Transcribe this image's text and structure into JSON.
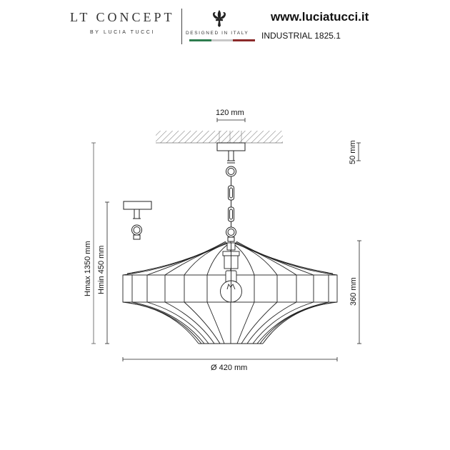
{
  "header": {
    "brand_name": "LT CONCEPT",
    "brand_subtitle": "BY LUCIA TUCCI",
    "tagline": "DESIGNED IN ITALY",
    "flag_colors": [
      "#2e7d4f",
      "#c8c8c8",
      "#8b2a2a"
    ],
    "website": "www.luciatucci.it",
    "model": "INDUSTRIAL 1825.1"
  },
  "dimensions": {
    "canopy_width": "120 mm",
    "canopy_height": "50 mm",
    "h_max": "Hmax 1350 mm",
    "h_min": "Hmin 450 mm",
    "shade_height": "360 mm",
    "diameter": "Ø 420 mm"
  },
  "colors": {
    "line": "#222222",
    "hatch": "#555555",
    "background": "#ffffff"
  }
}
